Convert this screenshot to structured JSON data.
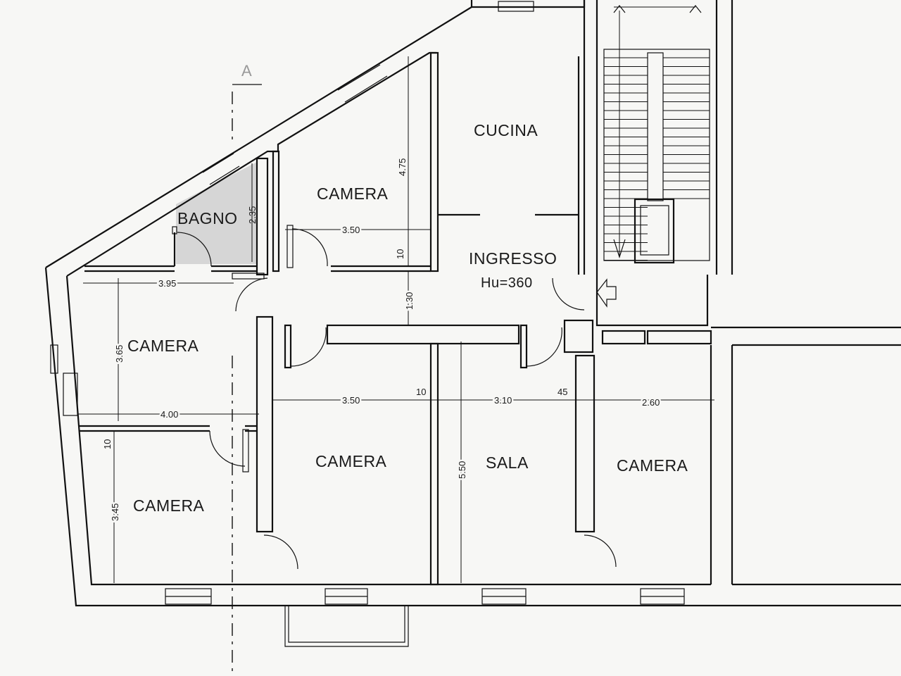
{
  "section_marker": "A",
  "rooms": {
    "bagno": "BAGNO",
    "camera_top": "CAMERA",
    "cucina": "CUCINA",
    "ingresso": "INGRESSO",
    "ingresso_height": "Hu=360",
    "camera_left": "CAMERA",
    "camera_bottom_left": "CAMERA",
    "camera_middle": "CAMERA",
    "sala": "SALA",
    "camera_right": "CAMERA"
  },
  "dimensions": {
    "bagno_height": "2.35",
    "camera_top_height": "4.75",
    "camera_top_width": "3.50",
    "wall_10_top": "10",
    "corridor_width": "1.30",
    "camera_left_width": "3.95",
    "camera_left_height": "3.65",
    "camera_bottom_left_width": "4.00",
    "wall_10_left": "10",
    "camera_bottom_left_height": "3.45",
    "camera_middle_width": "3.50",
    "wall_10_middle": "10",
    "sala_width": "3.10",
    "wall_45": "45",
    "camera_right_width": "2.60",
    "sala_height": "5.50"
  }
}
